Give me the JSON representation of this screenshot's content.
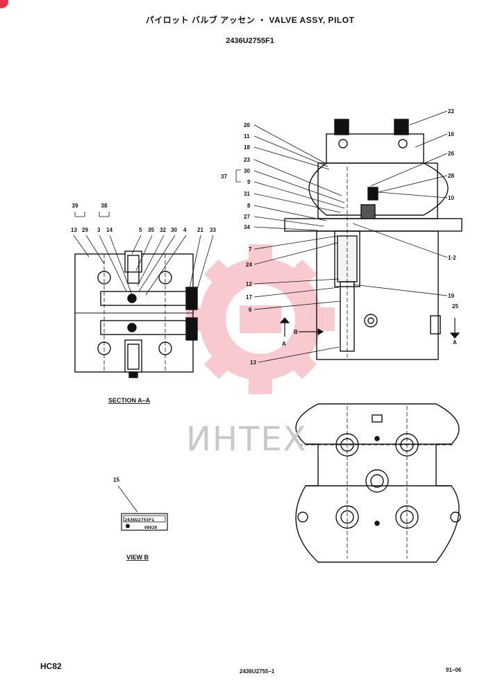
{
  "header": {
    "title": "パイロット バルブ アッセン ・ VALVE ASSY, PILOT",
    "part_number": "2436U2755F1"
  },
  "watermark": "ИНТЕХ",
  "section_view": {
    "caption": "SECTION A–A",
    "group_labels": [
      "39",
      "38"
    ],
    "top_labels": [
      "13",
      "29",
      "3",
      "14",
      "5",
      "35",
      "32",
      "30",
      "4",
      "21",
      "33"
    ]
  },
  "main_view": {
    "left_labels": [
      "26",
      "11",
      "18",
      "23",
      "30",
      "9",
      "31",
      "8",
      "27",
      "34",
      "7",
      "24",
      "12",
      "17",
      "6",
      "13"
    ],
    "group_37": "37",
    "right_labels": [
      "22",
      "16",
      "26",
      "28",
      "10",
      "1·2",
      "19",
      "25"
    ],
    "section_marks": [
      "A",
      "B",
      "A"
    ]
  },
  "view_b": {
    "caption": "VIEW B",
    "label": "15",
    "plate_text": "2436U2755F1",
    "plate_serial": "00020"
  },
  "footer": {
    "model": "HC82",
    "drawing_no": "2436U2755–1",
    "page": "91–06"
  },
  "colors": {
    "line": "#111111",
    "watermark": "#f3a0a8",
    "accent": "#e8344a"
  }
}
